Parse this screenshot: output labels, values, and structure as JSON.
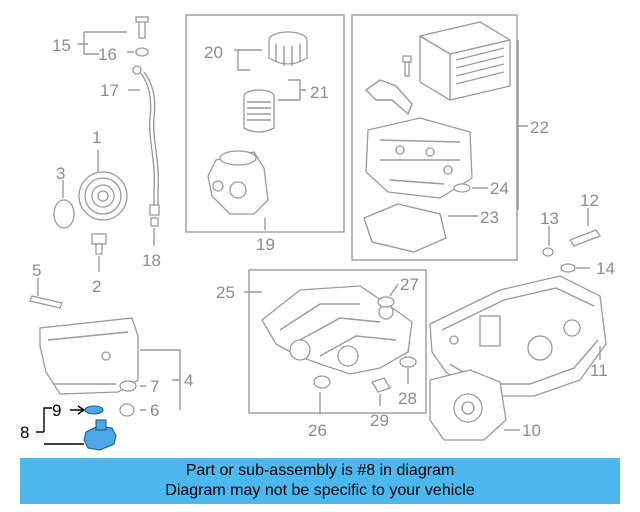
{
  "diagram": {
    "callouts": {
      "c1": "1",
      "c2": "2",
      "c3": "3",
      "c4": "4",
      "c5": "5",
      "c6": "6",
      "c7": "7",
      "c8": "8",
      "c9": "9",
      "c10": "10",
      "c11": "11",
      "c12": "12",
      "c13": "13",
      "c14": "14",
      "c15": "15",
      "c16": "16",
      "c17": "17",
      "c18": "18",
      "c19": "19",
      "c20": "20",
      "c21": "21",
      "c22": "22",
      "c23": "23",
      "c24": "24",
      "c25": "25",
      "c26": "26",
      "c27": "27",
      "c28": "28",
      "c29": "29"
    },
    "highlighted_part": "8",
    "highlight_color": "#4aa9e4"
  },
  "banner": {
    "line1": "Part or sub-assembly is #8 in diagram",
    "line2": "Diagram may not be specific to your vehicle",
    "background": "#4db8ee"
  }
}
